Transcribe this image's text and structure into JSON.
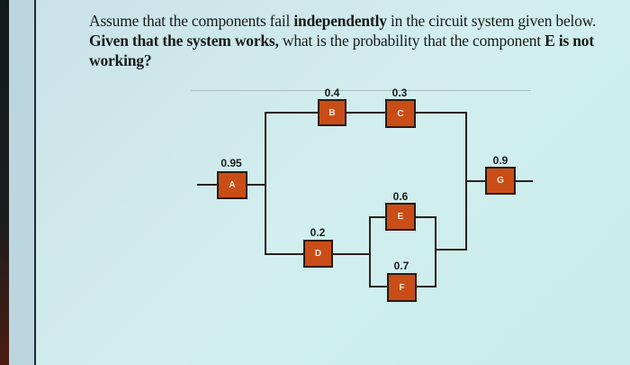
{
  "question": {
    "line1_a": "Assume that the components fail ",
    "line1_bold": "independently",
    "line1_b": " in the circuit system given below.",
    "line2_bold": "Given that the system works,",
    "line2_a": " what is the probability that the component ",
    "line2_bold2": "E is not",
    "line3_bold": "working?"
  },
  "components": {
    "A": {
      "label": "A",
      "probability": "0.95"
    },
    "B": {
      "label": "B",
      "probability": "0.4"
    },
    "C": {
      "label": "C",
      "probability": "0.3"
    },
    "D": {
      "label": "D",
      "probability": "0.2"
    },
    "E": {
      "label": "E",
      "probability": "0.6"
    },
    "F": {
      "label": "F",
      "probability": "0.7"
    },
    "G": {
      "label": "G",
      "probability": "0.9"
    }
  },
  "colors": {
    "component_fill": "#c94d16",
    "component_border": "#2b1a12",
    "wire": "#2b211c",
    "background": "#cfe9ec"
  }
}
